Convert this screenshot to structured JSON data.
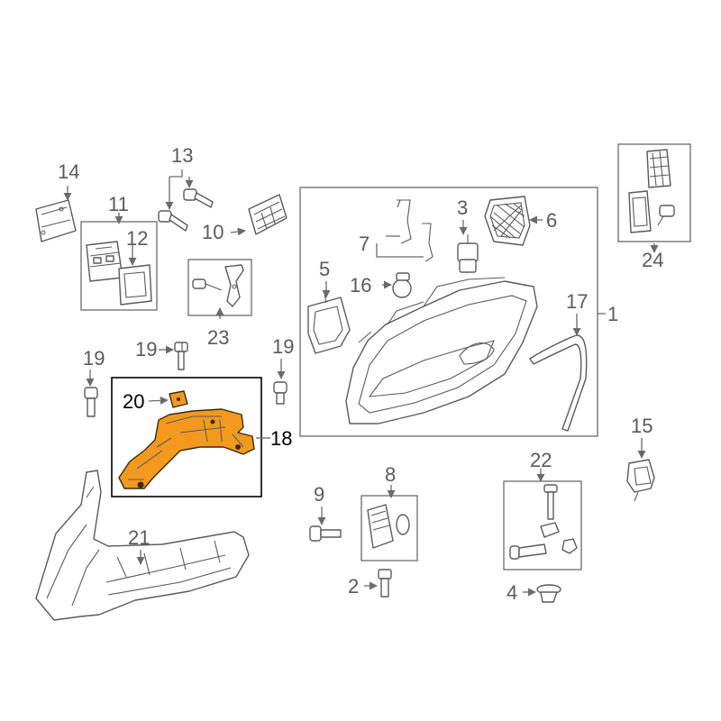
{
  "colors": {
    "highlight_fill": "#f39a1e",
    "line_color": "#5a5a5a",
    "highlight_text": "#000000"
  },
  "callouts": {
    "c1": "1",
    "c2": "2",
    "c3": "3",
    "c4": "4",
    "c5": "5",
    "c6": "6",
    "c7": "7",
    "c8": "8",
    "c9": "9",
    "c10": "10",
    "c11": "11",
    "c12": "12",
    "c13": "13",
    "c14": "14",
    "c15": "15",
    "c16": "16",
    "c17": "17",
    "c18": "18",
    "c19a": "19",
    "c19b": "19",
    "c19c": "19",
    "c20": "20",
    "c21": "21",
    "c22": "22",
    "c23": "23",
    "c24": "24"
  },
  "highlighted_parts": [
    "18",
    "20"
  ]
}
